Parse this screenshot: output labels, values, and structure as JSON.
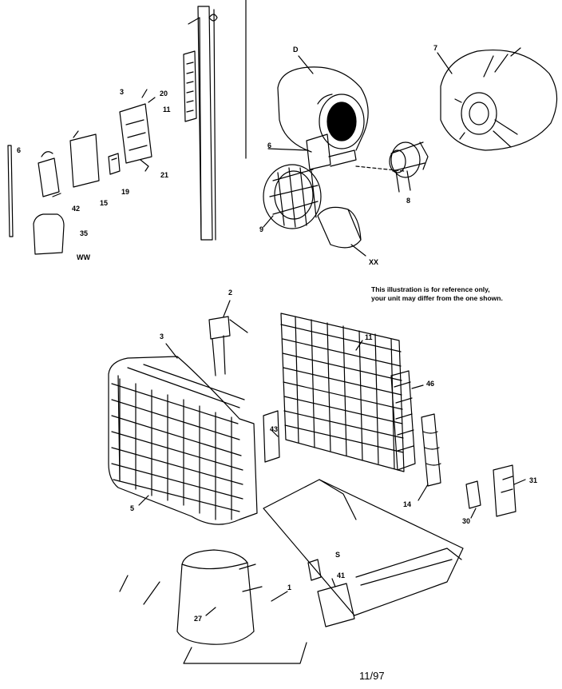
{
  "note": {
    "line1": "This illustration is for reference only,",
    "line2": "your unit may differ from the one shown."
  },
  "footer": "11/97",
  "labels": {
    "p6_left": "6",
    "p20": "20",
    "p3_top": "3",
    "p11_small": "11",
    "p42": "42",
    "p15": "15",
    "p19": "19",
    "p21": "21",
    "p35": "35",
    "pWW": "WW",
    "pD": "D",
    "p7": "7",
    "p6_fan": "6",
    "p8": "8",
    "p9": "9",
    "pXX": "XX",
    "p2": "2",
    "p3": "3",
    "p11": "11",
    "p46": "46",
    "p43": "43",
    "p5": "5",
    "p14": "14",
    "p31": "31",
    "p30": "30",
    "pS": "S",
    "p41": "41",
    "p27": "27",
    "p1": "1"
  }
}
